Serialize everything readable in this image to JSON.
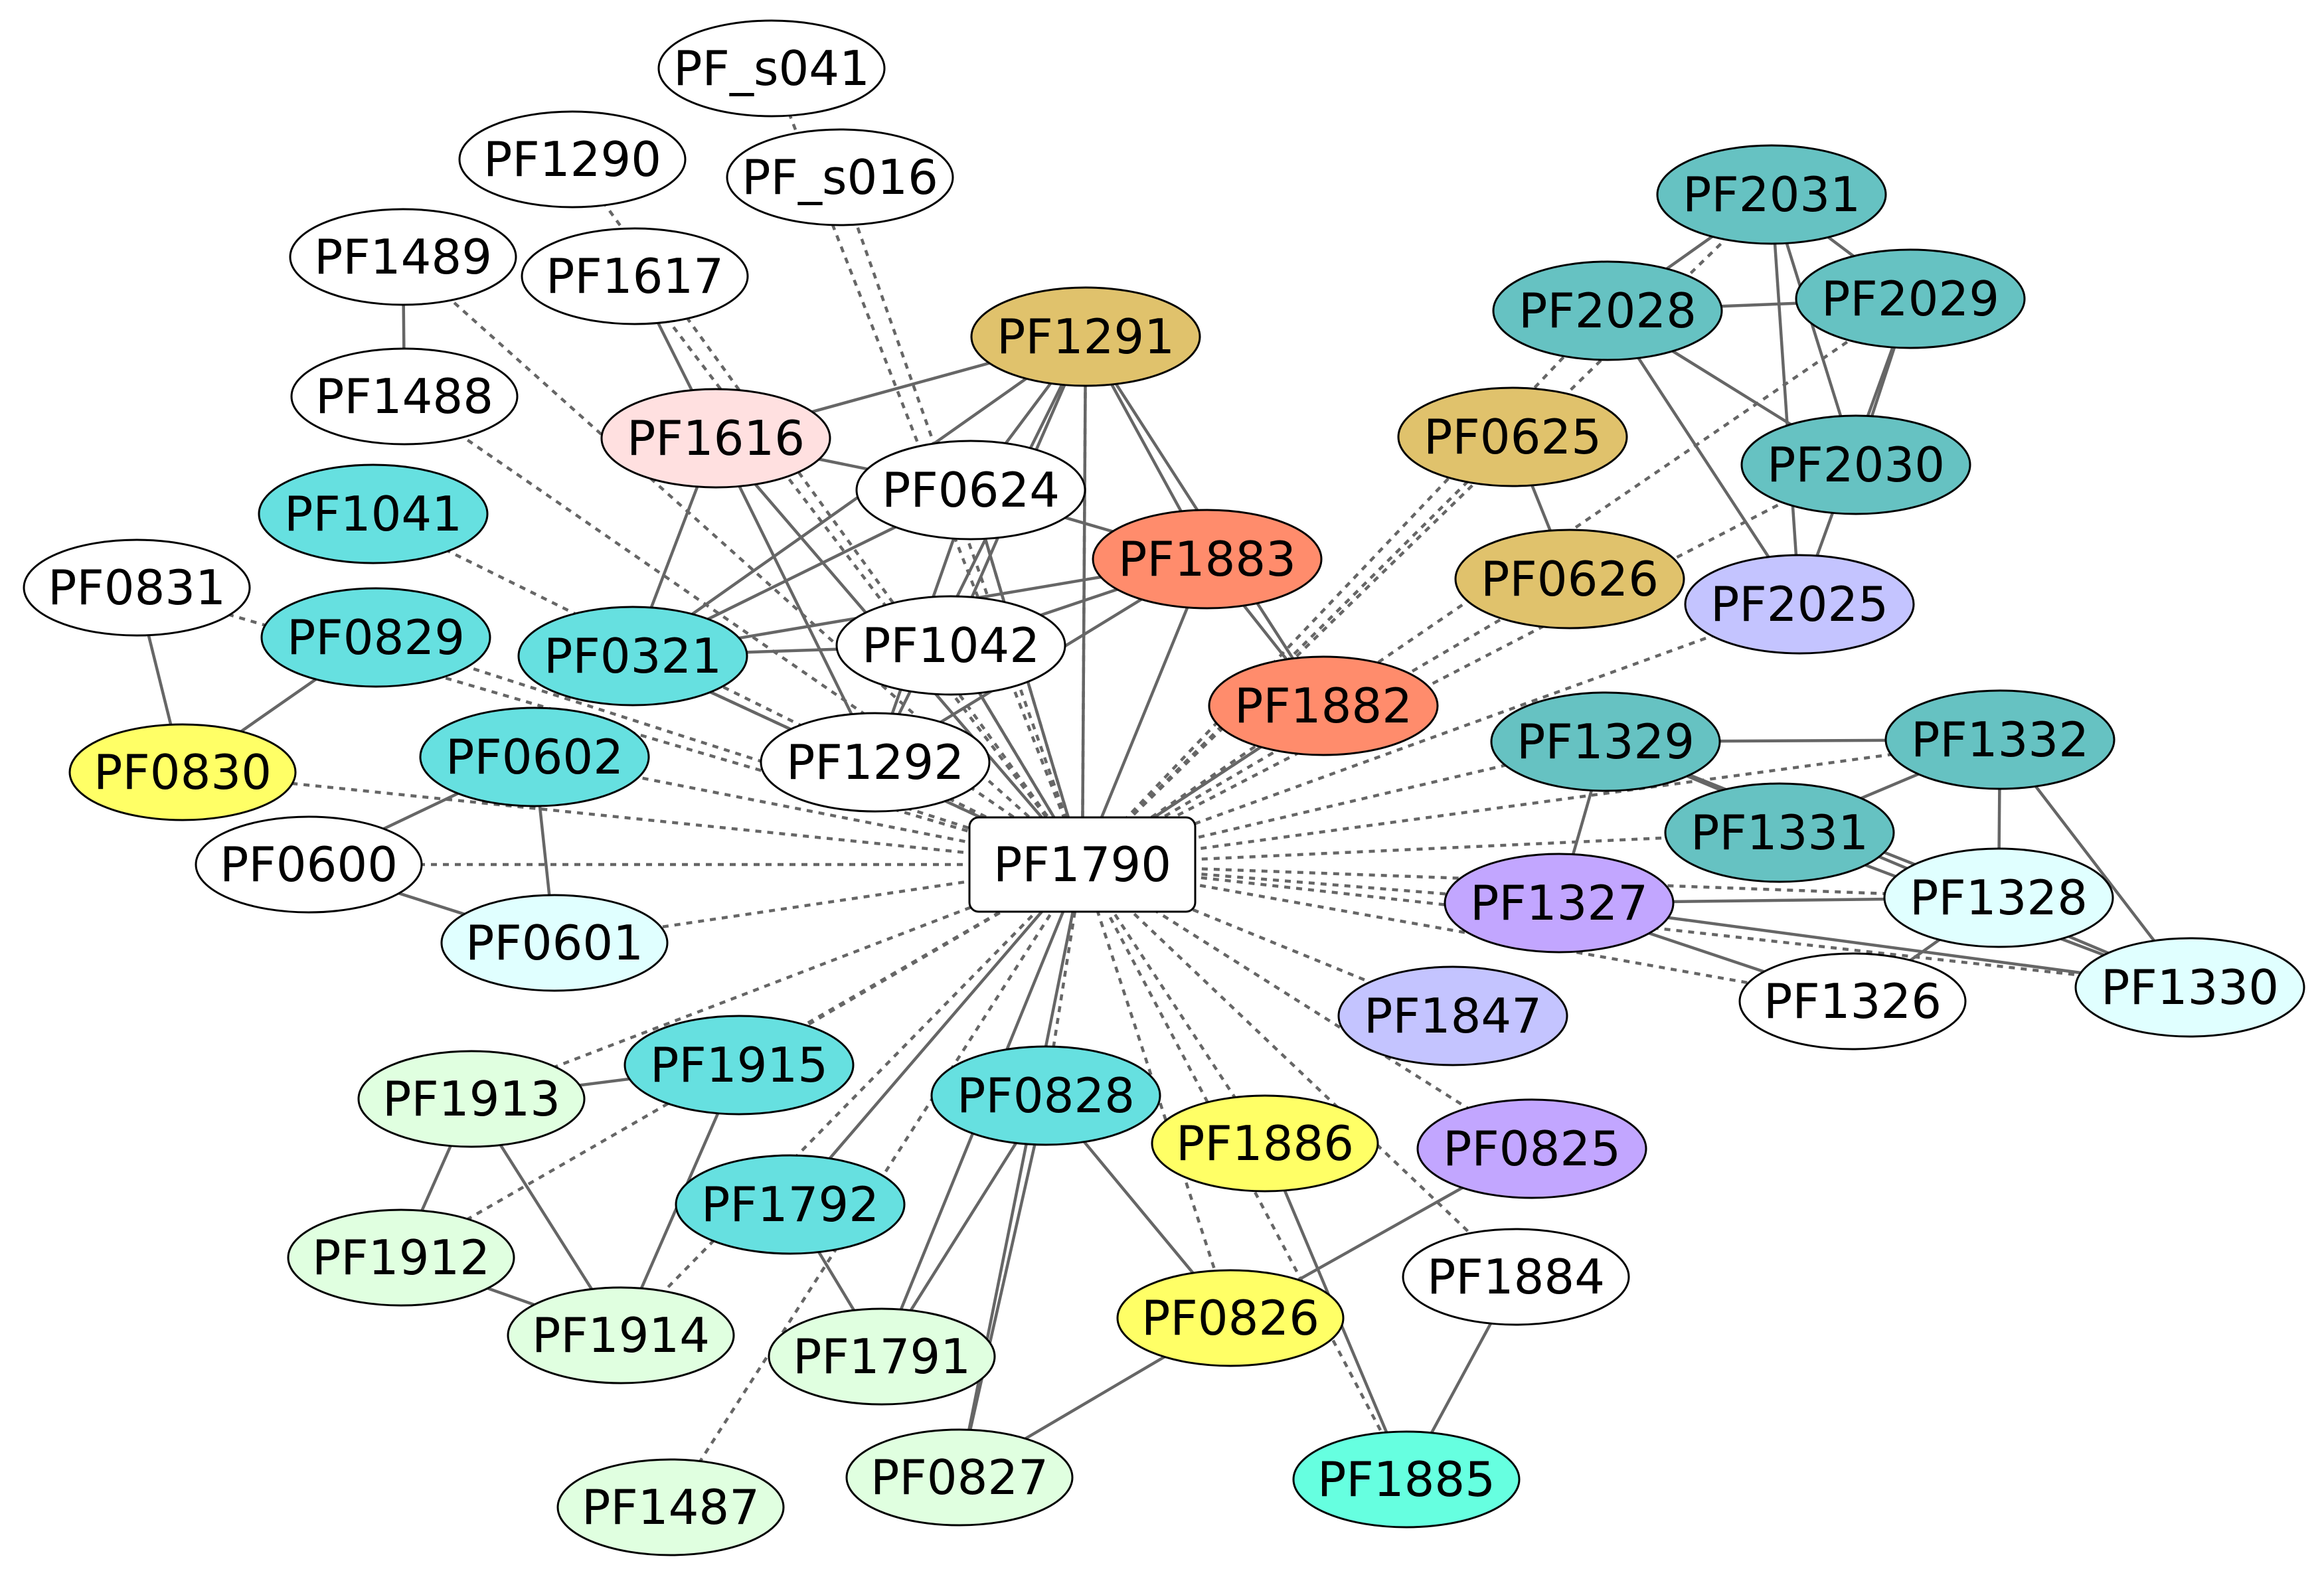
{
  "center": "PF1790",
  "colors": {
    "white": "#ffffff",
    "gold": "#e0c26c",
    "salmon": "#ff8c6c",
    "pink": "#ffe0e0",
    "cyan": "#66e0e0",
    "teal": "#66c2c2",
    "lavender": "#c4c4ff",
    "violet": "#c2a6ff",
    "yellow": "#ffff66",
    "pale_cyan": "#e0ffff",
    "pale_green": "#e0ffe0",
    "aquamarine": "#66ffe0"
  },
  "nodes": [
    {
      "id": "PF_s041",
      "fill": "white"
    },
    {
      "id": "PF_s016",
      "fill": "white"
    },
    {
      "id": "PF1290",
      "fill": "white"
    },
    {
      "id": "PF1489",
      "fill": "white"
    },
    {
      "id": "PF1617",
      "fill": "white"
    },
    {
      "id": "PF1488",
      "fill": "white"
    },
    {
      "id": "PF1291",
      "fill": "gold"
    },
    {
      "id": "PF1616",
      "fill": "pink"
    },
    {
      "id": "PF0624",
      "fill": "white"
    },
    {
      "id": "PF1041",
      "fill": "cyan"
    },
    {
      "id": "PF0831",
      "fill": "white"
    },
    {
      "id": "PF0829",
      "fill": "cyan"
    },
    {
      "id": "PF0321",
      "fill": "cyan"
    },
    {
      "id": "PF1042",
      "fill": "white"
    },
    {
      "id": "PF1883",
      "fill": "salmon"
    },
    {
      "id": "PF1882",
      "fill": "salmon"
    },
    {
      "id": "PF0830",
      "fill": "yellow"
    },
    {
      "id": "PF0602",
      "fill": "cyan"
    },
    {
      "id": "PF1292",
      "fill": "white"
    },
    {
      "id": "PF0600",
      "fill": "white"
    },
    {
      "id": "PF0601",
      "fill": "pale_cyan"
    },
    {
      "id": "PF2031",
      "fill": "teal"
    },
    {
      "id": "PF2028",
      "fill": "teal"
    },
    {
      "id": "PF2029",
      "fill": "teal"
    },
    {
      "id": "PF0625",
      "fill": "gold"
    },
    {
      "id": "PF2030",
      "fill": "teal"
    },
    {
      "id": "PF0626",
      "fill": "gold"
    },
    {
      "id": "PF2025",
      "fill": "lavender"
    },
    {
      "id": "PF1329",
      "fill": "teal"
    },
    {
      "id": "PF1332",
      "fill": "teal"
    },
    {
      "id": "PF1331",
      "fill": "teal"
    },
    {
      "id": "PF1327",
      "fill": "violet"
    },
    {
      "id": "PF1328",
      "fill": "pale_cyan"
    },
    {
      "id": "PF1326",
      "fill": "white"
    },
    {
      "id": "PF1330",
      "fill": "pale_cyan"
    },
    {
      "id": "PF1847",
      "fill": "lavender"
    },
    {
      "id": "PF1913",
      "fill": "pale_green"
    },
    {
      "id": "PF1915",
      "fill": "cyan"
    },
    {
      "id": "PF0828",
      "fill": "cyan"
    },
    {
      "id": "PF1886",
      "fill": "yellow"
    },
    {
      "id": "PF0825",
      "fill": "violet"
    },
    {
      "id": "PF1792",
      "fill": "cyan"
    },
    {
      "id": "PF1912",
      "fill": "pale_green"
    },
    {
      "id": "PF1884",
      "fill": "white"
    },
    {
      "id": "PF1914",
      "fill": "pale_green"
    },
    {
      "id": "PF1791",
      "fill": "pale_green"
    },
    {
      "id": "PF0826",
      "fill": "yellow"
    },
    {
      "id": "PF1487",
      "fill": "pale_green"
    },
    {
      "id": "PF0827",
      "fill": "pale_green"
    },
    {
      "id": "PF1885",
      "fill": "aquamarine"
    }
  ],
  "edges": [
    [
      "PF1489",
      "PF1488",
      "solid"
    ],
    [
      "PF1617",
      "PF1616",
      "solid"
    ],
    [
      "PF1616",
      "PF1291",
      "solid"
    ],
    [
      "PF1616",
      "PF0624",
      "solid"
    ],
    [
      "PF1616",
      "PF0321",
      "solid"
    ],
    [
      "PF1616",
      "PF1292",
      "solid"
    ],
    [
      "PF1616",
      "PF1790",
      "solid"
    ],
    [
      "PF1291",
      "PF0624",
      "solid"
    ],
    [
      "PF1291",
      "PF0321",
      "solid"
    ],
    [
      "PF1291",
      "PF1042",
      "solid"
    ],
    [
      "PF1291",
      "PF1292",
      "solid"
    ],
    [
      "PF1291",
      "PF1790",
      "solid"
    ],
    [
      "PF1291",
      "PF1883",
      "solid"
    ],
    [
      "PF1291",
      "PF1882",
      "solid"
    ],
    [
      "PF0624",
      "PF0321",
      "solid"
    ],
    [
      "PF0624",
      "PF1883",
      "solid"
    ],
    [
      "PF0624",
      "PF1292",
      "solid"
    ],
    [
      "PF0624",
      "PF1790",
      "solid"
    ],
    [
      "PF0321",
      "PF1042",
      "solid"
    ],
    [
      "PF0321",
      "PF1883",
      "solid"
    ],
    [
      "PF0321",
      "PF1790",
      "solid"
    ],
    [
      "PF1042",
      "PF1883",
      "solid"
    ],
    [
      "PF1042",
      "PF1790",
      "solid"
    ],
    [
      "PF1883",
      "PF1292",
      "solid"
    ],
    [
      "PF1883",
      "PF1790",
      "solid"
    ],
    [
      "PF1883",
      "PF1882",
      "solid"
    ],
    [
      "PF1882",
      "PF1790",
      "solid"
    ],
    [
      "PF0831",
      "PF0830",
      "solid"
    ],
    [
      "PF0829",
      "PF0830",
      "solid"
    ],
    [
      "PF0602",
      "PF0600",
      "solid"
    ],
    [
      "PF0602",
      "PF0601",
      "solid"
    ],
    [
      "PF0600",
      "PF0601",
      "solid"
    ],
    [
      "PF2031",
      "PF2028",
      "solid"
    ],
    [
      "PF2031",
      "PF2029",
      "solid"
    ],
    [
      "PF2031",
      "PF2030",
      "solid"
    ],
    [
      "PF2031",
      "PF2025",
      "solid"
    ],
    [
      "PF2028",
      "PF2029",
      "solid"
    ],
    [
      "PF2028",
      "PF2030",
      "solid"
    ],
    [
      "PF2028",
      "PF2025",
      "solid"
    ],
    [
      "PF2029",
      "PF2030",
      "solid"
    ],
    [
      "PF2029",
      "PF2025",
      "solid"
    ],
    [
      "PF0625",
      "PF0626",
      "solid"
    ],
    [
      "PF1329",
      "PF1332",
      "solid"
    ],
    [
      "PF1329",
      "PF1327",
      "solid"
    ],
    [
      "PF1329",
      "PF1328",
      "solid"
    ],
    [
      "PF1329",
      "PF1330",
      "solid"
    ],
    [
      "PF1332",
      "PF1331",
      "solid"
    ],
    [
      "PF1332",
      "PF1328",
      "solid"
    ],
    [
      "PF1332",
      "PF1330",
      "solid"
    ],
    [
      "PF1331",
      "PF1330",
      "solid"
    ],
    [
      "PF1327",
      "PF1328",
      "solid"
    ],
    [
      "PF1327",
      "PF1326",
      "solid"
    ],
    [
      "PF1327",
      "PF1330",
      "solid"
    ],
    [
      "PF1328",
      "PF1326",
      "solid"
    ],
    [
      "PF1913",
      "PF1915",
      "solid"
    ],
    [
      "PF1913",
      "PF1912",
      "solid"
    ],
    [
      "PF1913",
      "PF1914",
      "solid"
    ],
    [
      "PF1915",
      "PF1914",
      "solid"
    ],
    [
      "PF1912",
      "PF1914",
      "solid"
    ],
    [
      "PF1790",
      "PF1792",
      "solid"
    ],
    [
      "PF1790",
      "PF1791",
      "solid"
    ],
    [
      "PF1790",
      "PF0827",
      "solid"
    ],
    [
      "PF1792",
      "PF1791",
      "solid"
    ],
    [
      "PF0828",
      "PF0826",
      "solid"
    ],
    [
      "PF0828",
      "PF0827",
      "solid"
    ],
    [
      "PF0828",
      "PF1791",
      "solid"
    ],
    [
      "PF1886",
      "PF1885",
      "solid"
    ],
    [
      "PF0825",
      "PF0826",
      "solid"
    ],
    [
      "PF0826",
      "PF0827",
      "solid"
    ],
    [
      "PF1884",
      "PF1885",
      "solid"
    ],
    [
      "PF1790",
      "PF_s041",
      "dashed"
    ],
    [
      "PF1790",
      "PF_s016",
      "dashed"
    ],
    [
      "PF1790",
      "PF1290",
      "dashed"
    ],
    [
      "PF1790",
      "PF1617",
      "dashed"
    ],
    [
      "PF1790",
      "PF1489",
      "dashed"
    ],
    [
      "PF1790",
      "PF1488",
      "dashed"
    ],
    [
      "PF1790",
      "PF1041",
      "dashed"
    ],
    [
      "PF1790",
      "PF0831",
      "dashed"
    ],
    [
      "PF1790",
      "PF0829",
      "dashed"
    ],
    [
      "PF1790",
      "PF0830",
      "dashed"
    ],
    [
      "PF1790",
      "PF0602",
      "dashed"
    ],
    [
      "PF1790",
      "PF0600",
      "dashed"
    ],
    [
      "PF1790",
      "PF0601",
      "dashed"
    ],
    [
      "PF1790",
      "PF1292",
      "dashed"
    ],
    [
      "PF1790",
      "PF2031",
      "dashed"
    ],
    [
      "PF1790",
      "PF2028",
      "dashed"
    ],
    [
      "PF1790",
      "PF2029",
      "dashed"
    ],
    [
      "PF1790",
      "PF0625",
      "dashed"
    ],
    [
      "PF1790",
      "PF2030",
      "dashed"
    ],
    [
      "PF1790",
      "PF0626",
      "dashed"
    ],
    [
      "PF1790",
      "PF2025",
      "dashed"
    ],
    [
      "PF1790",
      "PF1329",
      "dashed"
    ],
    [
      "PF1790",
      "PF1332",
      "dashed"
    ],
    [
      "PF1790",
      "PF1331",
      "dashed"
    ],
    [
      "PF1790",
      "PF1327",
      "dashed"
    ],
    [
      "PF1790",
      "PF1328",
      "dashed"
    ],
    [
      "PF1790",
      "PF1326",
      "dashed"
    ],
    [
      "PF1790",
      "PF1330",
      "dashed"
    ],
    [
      "PF1790",
      "PF1847",
      "dashed"
    ],
    [
      "PF1790",
      "PF0825",
      "dashed"
    ],
    [
      "PF1790",
      "PF1884",
      "dashed"
    ],
    [
      "PF1790",
      "PF1885",
      "dashed"
    ],
    [
      "PF1790",
      "PF1886",
      "dashed"
    ],
    [
      "PF1790",
      "PF0826",
      "dashed"
    ],
    [
      "PF1790",
      "PF0828",
      "dashed"
    ],
    [
      "PF1790",
      "PF1913",
      "dashed"
    ],
    [
      "PF1790",
      "PF1915",
      "dashed"
    ],
    [
      "PF1790",
      "PF1912",
      "dashed"
    ],
    [
      "PF1790",
      "PF1914",
      "dashed"
    ],
    [
      "PF1790",
      "PF1487",
      "dashed"
    ],
    [
      "PF1790",
      "PF0624",
      "dashed"
    ],
    [
      "PF1790",
      "PF1042",
      "dashed"
    ],
    [
      "PF1790",
      "PF1291",
      "dashed"
    ],
    [
      "PF1790",
      "PF1882",
      "dashed"
    ],
    [
      "PF1790",
      "PF0321",
      "dashed"
    ]
  ]
}
